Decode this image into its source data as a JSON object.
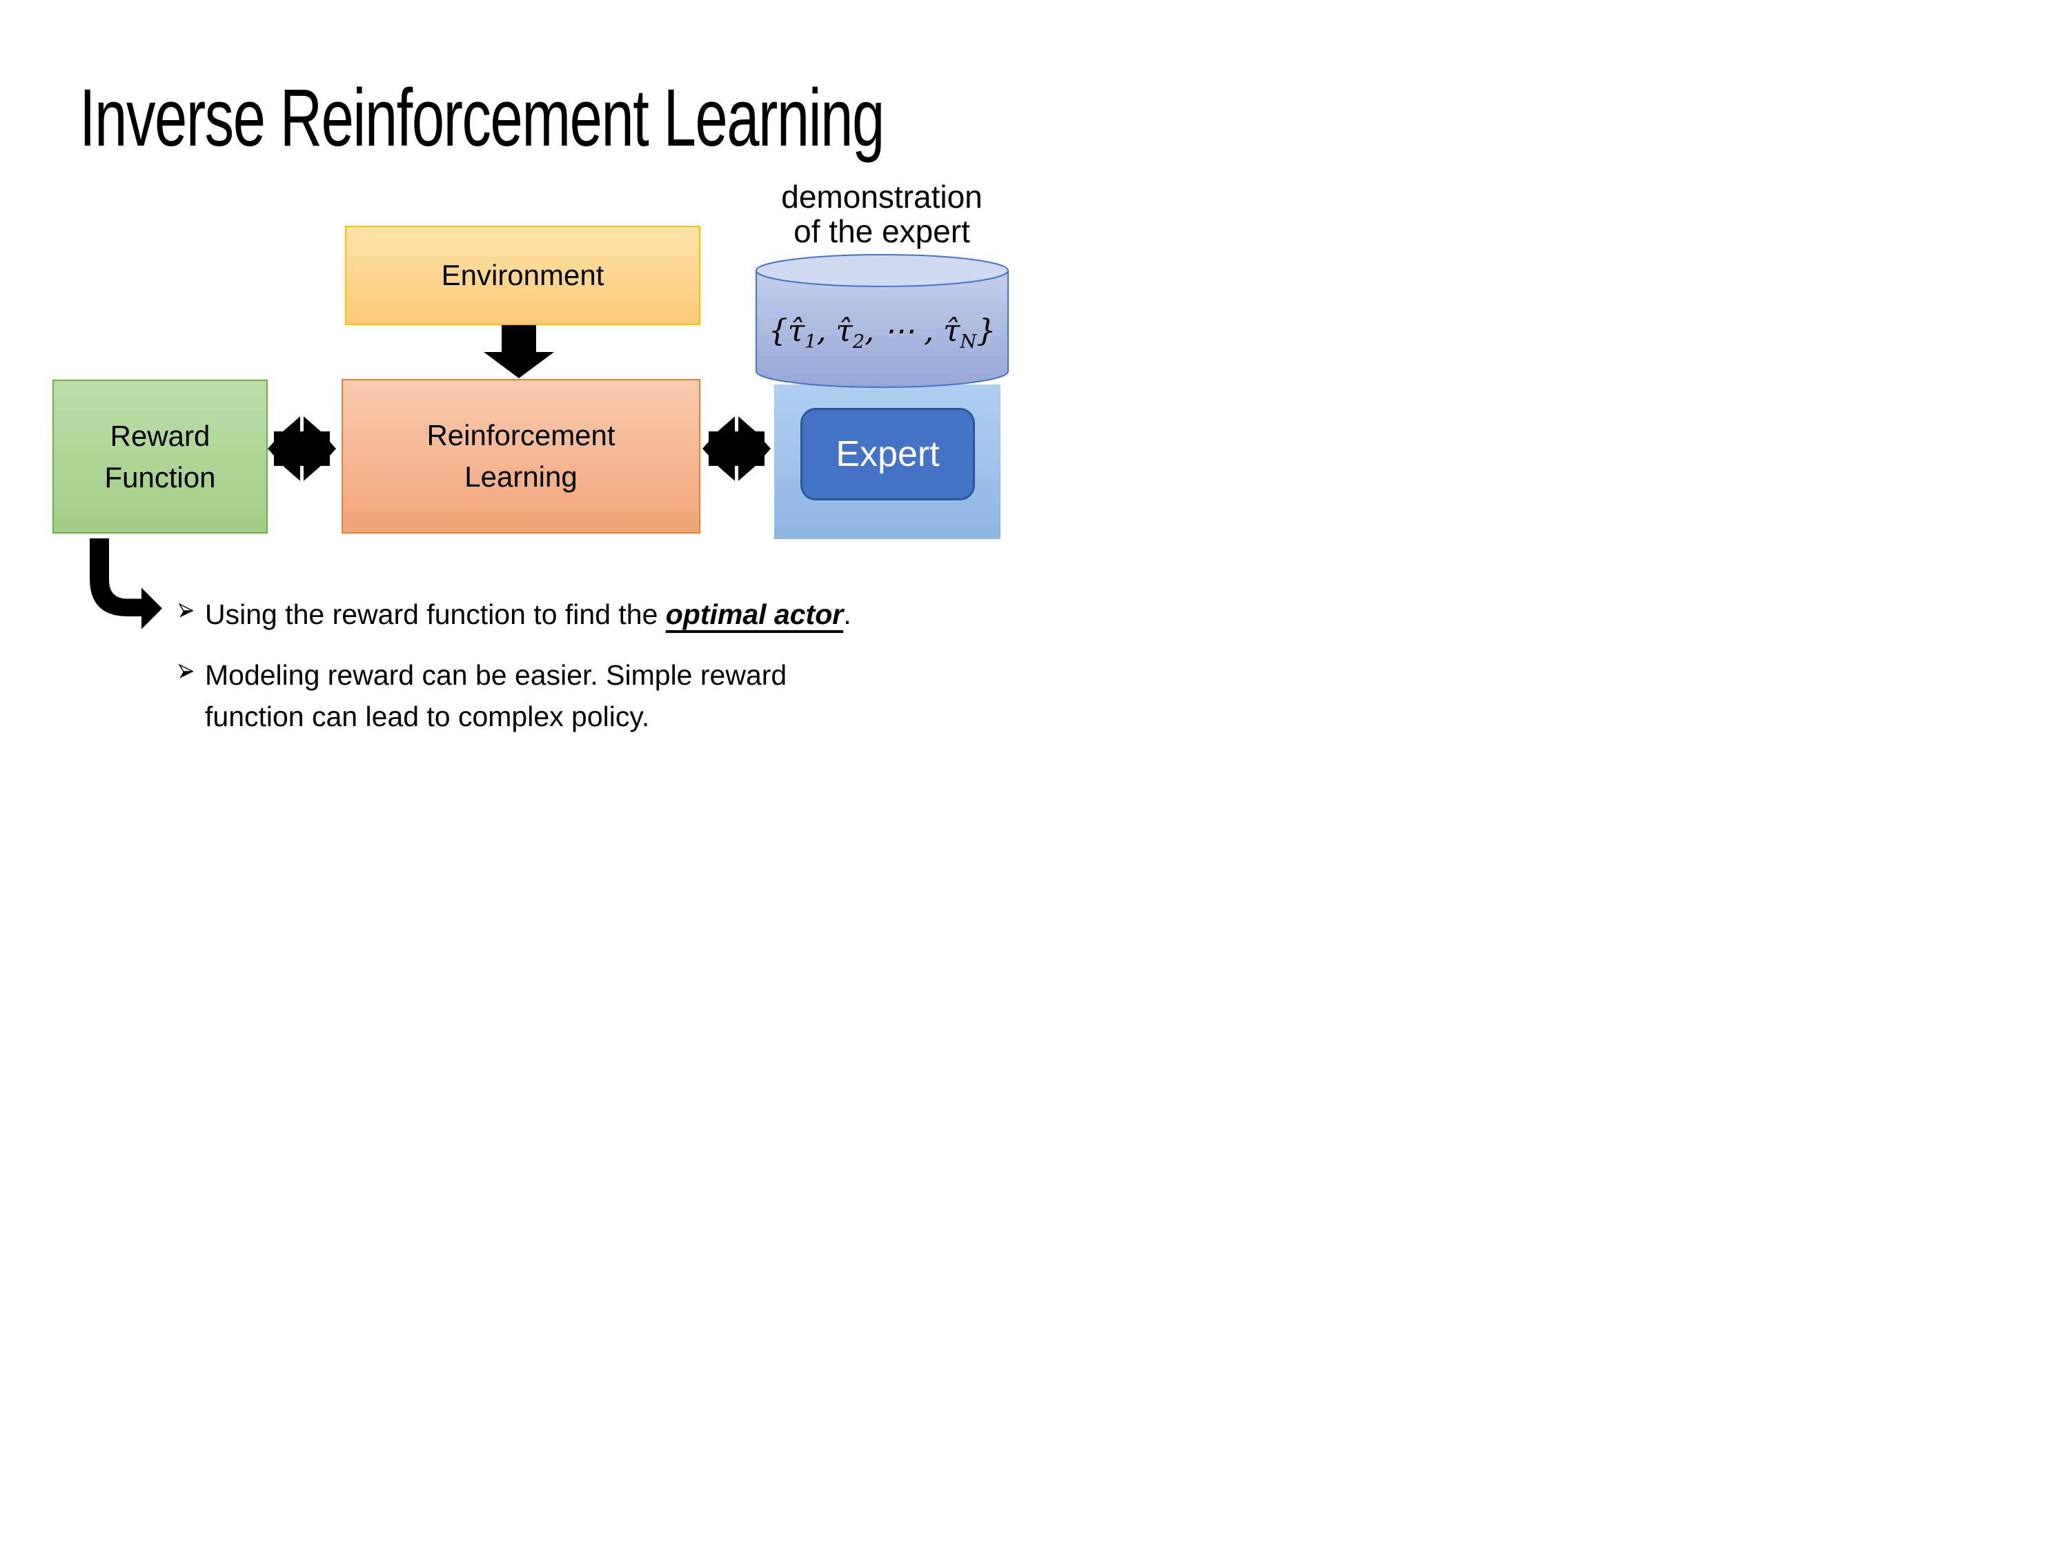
{
  "title": "Inverse Reinforcement Learning",
  "annotation": "demonstration\nof the expert",
  "boxes": {
    "environment": {
      "label": "Environment"
    },
    "reward_function": {
      "label": "Reward\nFunction"
    },
    "reinforcement_learning": {
      "label": "Reinforcement\nLearning"
    },
    "expert": {
      "label": "Expert"
    }
  },
  "cylinder": {
    "math": [
      {
        "t": "{τ̂",
        "s": "n"
      },
      {
        "t": "1",
        "s": "sub"
      },
      {
        "t": ", τ̂",
        "s": "n"
      },
      {
        "t": "2",
        "s": "sub"
      },
      {
        "t": ", ⋯ , τ̂",
        "s": "n"
      },
      {
        "t": "N",
        "s": "sub"
      },
      {
        "t": "}",
        "s": "n"
      }
    ]
  },
  "bullets": [
    {
      "segments": [
        {
          "t": "Using the reward function to find the ",
          "s": "n"
        },
        {
          "t": "optimal actor",
          "s": "e"
        },
        {
          "t": ".",
          "s": "n"
        }
      ]
    },
    {
      "segments": [
        {
          "t": "Modeling reward can be easier. Simple reward\nfunction can lead to complex policy.",
          "s": "n"
        }
      ]
    }
  ],
  "colors": {
    "text": "#000000",
    "arrow": "#000000",
    "env_top": "#FFE2A9",
    "env_bottom": "#FCCB79",
    "env_border": "#FFC000",
    "reward_top": "#BCDFA9",
    "reward_bottom": "#A1CC86",
    "reward_border": "#70AD47",
    "rl_top": "#F8CBB0",
    "rl_bottom": "#F1A478",
    "rl_border": "#ED7D31",
    "expert_panel_top": "#AECFEF",
    "expert_panel_bottom": "#8FB6E3",
    "expert_fill": "#4472C4",
    "expert_border": "#2F5597",
    "expert_text": "#FFFFFF",
    "cyl_top_face": "#CFD9F2",
    "cyl_body_top": "#C3CDEB",
    "cyl_body_bottom": "#97A8D7",
    "cyl_border": "#4472C4"
  }
}
